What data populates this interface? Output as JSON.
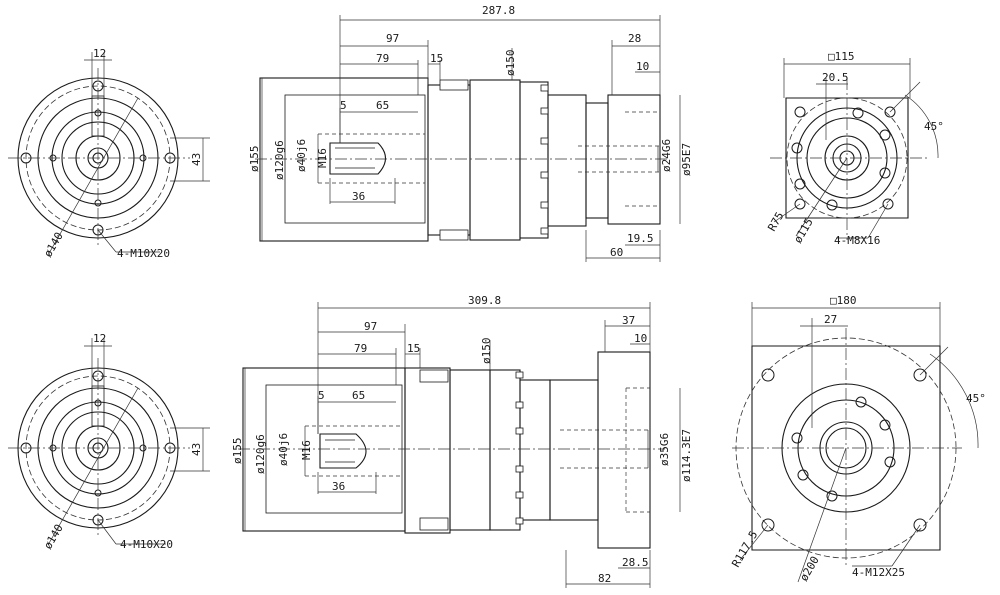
{
  "top": {
    "flange_view": {
      "dim_width": "12",
      "dim_height": "43",
      "dim_pcd": "ø140",
      "callout_holes": "4-M10X20"
    },
    "side_view": {
      "dim_overall": "287.8",
      "dim_97": "97",
      "dim_79": "79",
      "dim_15": "15",
      "dim_150": "ø150",
      "dim_28": "28",
      "dim_10": "10",
      "dim_5": "5",
      "dim_65": "65",
      "dim_36": "36",
      "dim_155": "ø155",
      "dim_120": "ø120g6",
      "dim_40": "ø40j6",
      "dim_m16": "M16",
      "dim_24": "ø24G6",
      "dim_95": "ø95E7",
      "dim_19": "19.5",
      "dim_60": "60"
    },
    "output_view": {
      "dim_square": "□115",
      "dim_20": "20.5",
      "dim_angle": "45°",
      "dim_r": "R75",
      "dim_dia": "ø115",
      "callout_holes": "4-M8X16"
    }
  },
  "bottom": {
    "flange_view": {
      "dim_width": "12",
      "dim_height": "43",
      "dim_pcd": "ø140",
      "callout_holes": "4-M10X20"
    },
    "side_view": {
      "dim_overall": "309.8",
      "dim_97": "97",
      "dim_79": "79",
      "dim_15": "15",
      "dim_150": "ø150",
      "dim_37": "37",
      "dim_10": "10",
      "dim_5": "5",
      "dim_65": "65",
      "dim_36": "36",
      "dim_155": "ø155",
      "dim_120": "ø120g6",
      "dim_40": "ø40j6",
      "dim_m16": "M16",
      "dim_35": "ø35G6",
      "dim_114": "ø114.3E7",
      "dim_28": "28.5",
      "dim_82": "82"
    },
    "output_view": {
      "dim_square": "□180",
      "dim_27": "27",
      "dim_angle": "45°",
      "dim_r": "R117.5",
      "dim_dia": "ø200",
      "callout_holes": "4-M12X25"
    }
  }
}
